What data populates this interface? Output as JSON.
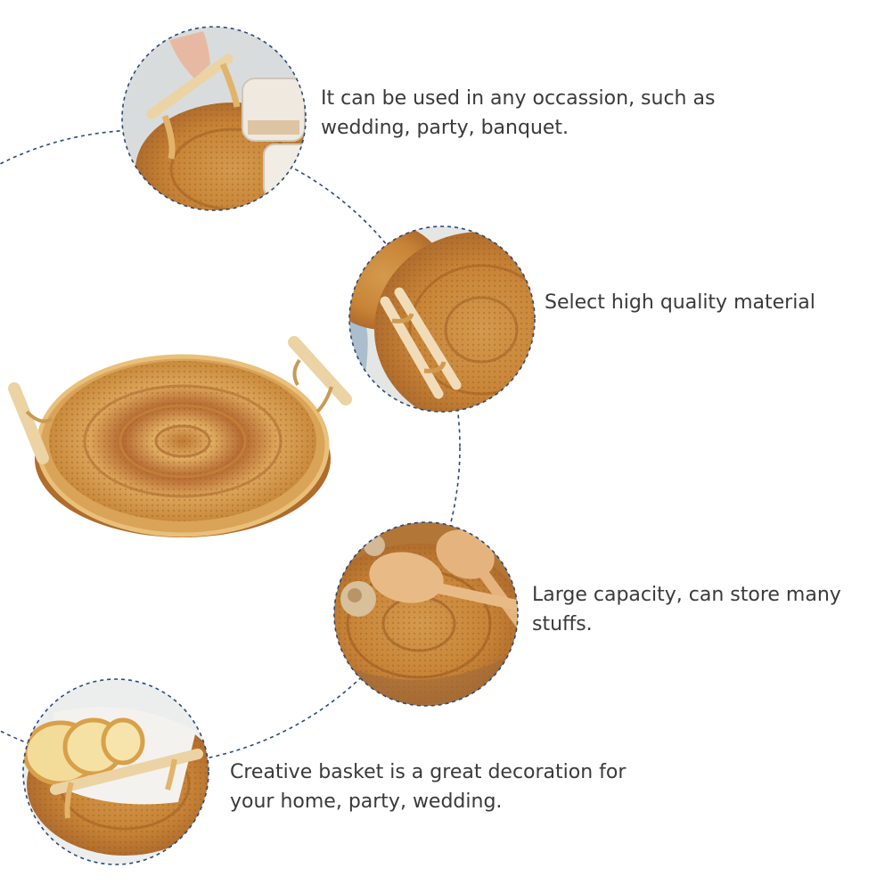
{
  "features": [
    {
      "text": " It can be used in any occassion, such as\nwedding, party, banquet."
    },
    {
      "text": "Select high quality material"
    },
    {
      "text": "Large capacity, can store many\nstuffs."
    },
    {
      "text": "Creative basket is a great decoration for\nyour home, party, wedding."
    }
  ],
  "colors": {
    "ring": "#2c4a7a",
    "rattan_light": "#e2b36a",
    "rattan_mid": "#c98a3c",
    "rattan_dark": "#9a5a22",
    "handle": "#ecd3a4",
    "text": "#3a3a3a"
  }
}
